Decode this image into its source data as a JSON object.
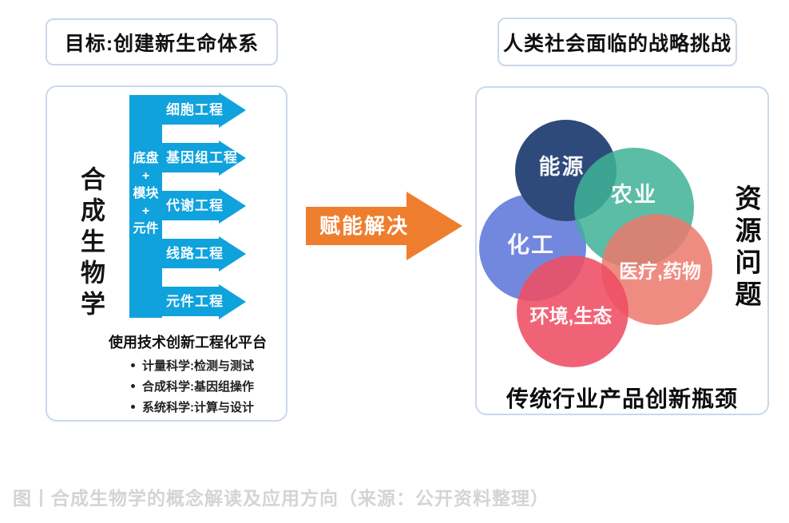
{
  "caption": "图丨合成生物学的概念解读及应用方向（来源：公开资料整理）",
  "left_panel": {
    "header": "目标:创建新生命体系",
    "vertical_title": "合成生物学",
    "bar_lines": [
      "底盘",
      "+",
      "模块",
      "+",
      "元件"
    ],
    "arrow_labels": [
      "细胞工程",
      "基因组工程",
      "代谢工程",
      "线路工程",
      "元件工程"
    ],
    "platform_title": "使用技术创新工程化平台",
    "platform_items": [
      "计量科学:检测与测试",
      "合成科学:基因组操作",
      "系统科学:计算与设计"
    ]
  },
  "connector": {
    "label": "赋能解决",
    "color": "#ee7e2e"
  },
  "right_panel": {
    "header": "人类社会面临的战略挑战",
    "circles": [
      {
        "label": "化工",
        "color": "#7288de"
      },
      {
        "label": "能源",
        "color": "#2e4a7a"
      },
      {
        "label": "农业",
        "color": "rgba(62,177,150,0.85)"
      },
      {
        "label": "医疗,药物",
        "color": "rgba(236,120,108,0.85)"
      },
      {
        "label": "环境,生态",
        "color": "rgba(238,77,99,0.88)"
      }
    ],
    "side_label": "资源问题",
    "bottom_label": "传统行业产品创新瓶颈"
  },
  "colors": {
    "process_blue": "#0fa2dc",
    "connector_orange": "#ee7e2e",
    "card_border": "#cbd8e9",
    "caption_gray": "#d7d3d3"
  }
}
